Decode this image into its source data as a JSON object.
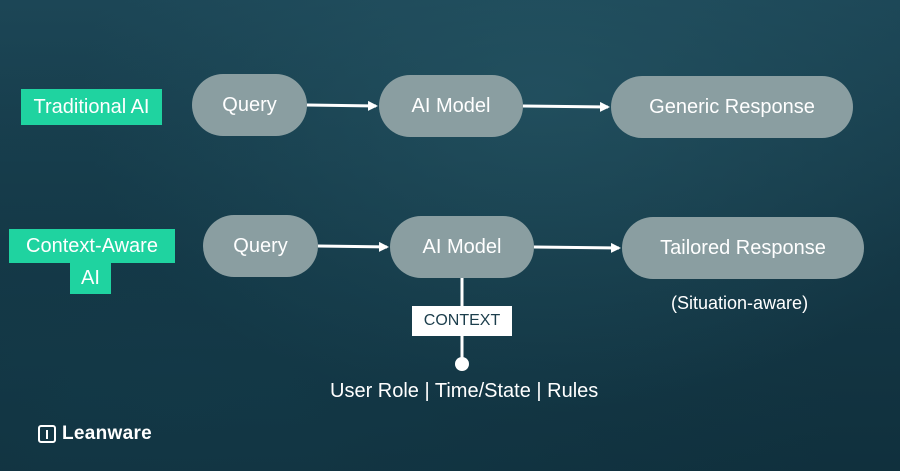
{
  "colors": {
    "tag_bg": "#1fd3a0",
    "node_bg": "#8a9ea1",
    "background": "#173c4c",
    "connector": "#ffffff"
  },
  "rows": [
    {
      "tag_lines": [
        "Traditional AI"
      ],
      "nodes": [
        "Query",
        "AI Model",
        "Generic Response"
      ]
    },
    {
      "tag_lines": [
        "Context-Aware",
        "AI"
      ],
      "nodes": [
        "Query",
        "AI Model",
        "Tailored Response"
      ]
    }
  ],
  "response_note": "(Situation-aware)",
  "context_label": "CONTEXT",
  "context_sources": "User Role | Time/State | Rules",
  "logo": {
    "icon": "leanware-logo-icon",
    "text": "Leanware"
  }
}
